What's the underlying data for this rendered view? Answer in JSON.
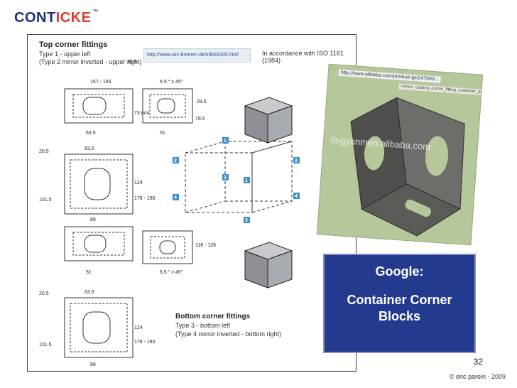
{
  "logo": {
    "part1": "CONT",
    "part2": "ICKE",
    "mark": "™"
  },
  "sheet": {
    "top_title": "Top corner fittings",
    "top_type": "Type 1 - upper left",
    "top_mirror": "(Type 2 mirror inverted - upper right)",
    "url": "http://www.sec-bremen.de/info/05/05.html",
    "iso_note": "In accordance with ISO 1161 (1984)",
    "bottom_title": "Bottom corner fittings",
    "bottom_type": "Type 3 - bottom left",
    "bottom_mirror": "(Type 4 mirror inverted - bottom right)",
    "dims": {
      "d157": "157 - 165",
      "d33": "33.5",
      "d51": "51",
      "d73": "73 mm",
      "d63": "63.5",
      "d6x45": "6.5 ° x 45°",
      "d28": "28.5",
      "d79": "79.5",
      "d118": "118 - 126",
      "d20": "20.5",
      "d124": "124",
      "d178": "178 - 180",
      "d101": "101.5",
      "d89": "89",
      "d51b": "51"
    },
    "markers": [
      "1",
      "2",
      "2",
      "3",
      "1",
      "4",
      "4",
      "3"
    ]
  },
  "photo": {
    "url": "http://www.alibaba.com/product-gs/247003...",
    "url2": "corner_casting_corner_fitting_container_part",
    "watermark": "lingyanmen.alibaba.com"
  },
  "callout": {
    "line1": "Google:",
    "line2": "Container Corner",
    "line3": "Blocks"
  },
  "footer": {
    "page_number": "32",
    "copyright": "© eric parein - 2009"
  }
}
